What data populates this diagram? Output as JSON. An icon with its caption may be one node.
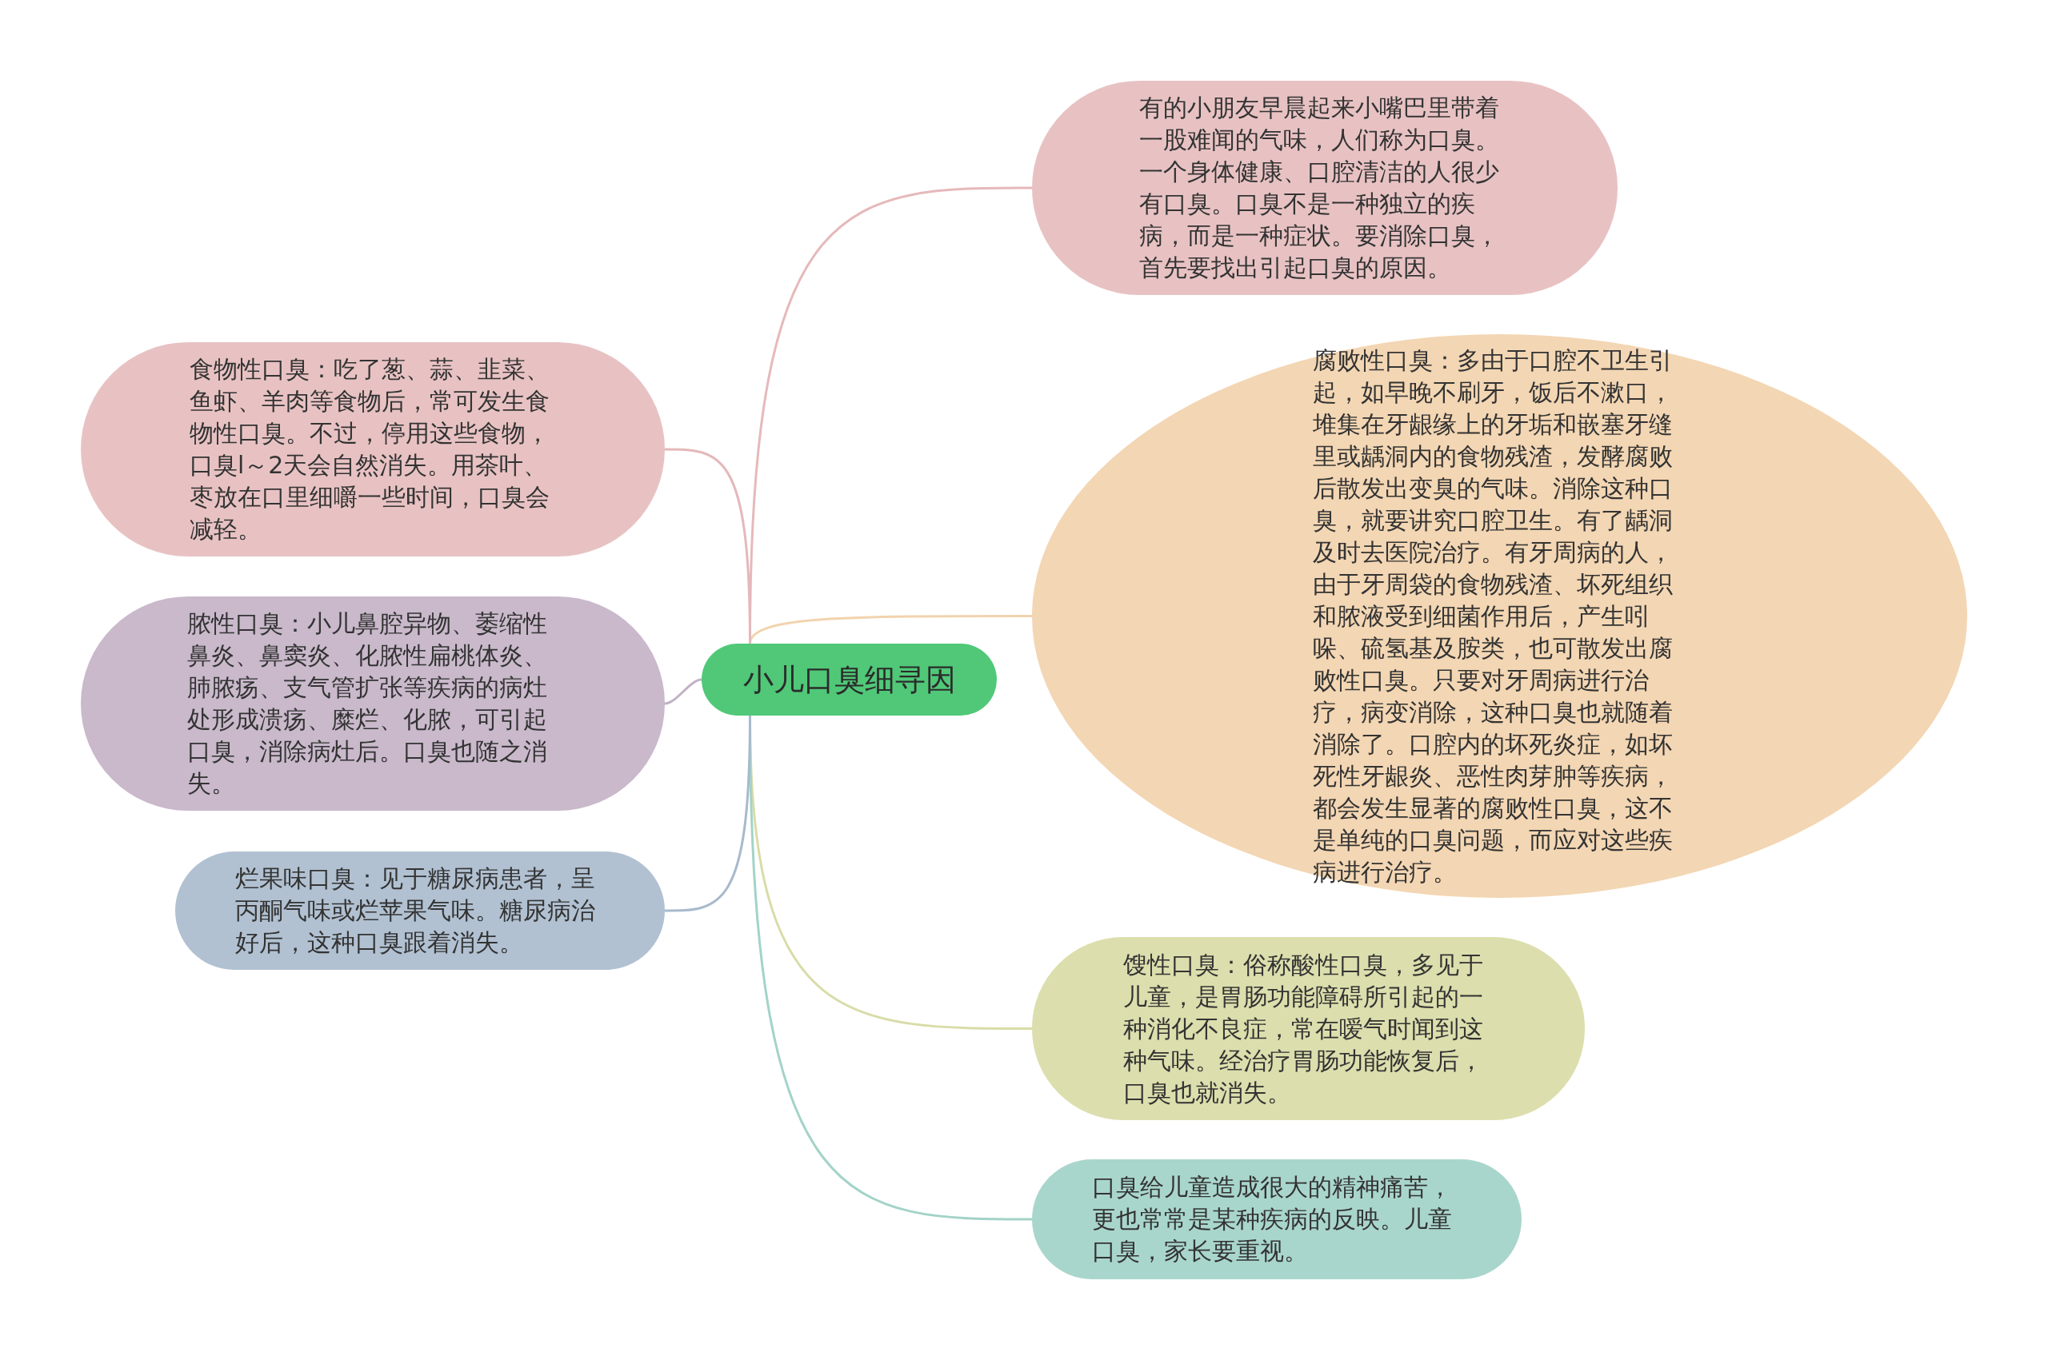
{
  "diagram": {
    "nodes": [
      {
        "text": [
          "小儿口臭细寻因"
        ]
      },
      {
        "text": [
          "有的小朋友早晨起来小嘴巴里带着一股难闻的气味，人们称为口臭。一个身体健康、口腔清洁的人很少有口臭。口臭不是一种独立的疾病，而是一种症状。要消除口臭，首先要找出引起口臭的原因。"
        ]
      },
      {
        "text": [
          "腐败性口臭：多由于口腔不卫生引起，如早晚不刷牙，饭后不漱口，堆集在牙龈缘上的牙垢和嵌塞牙缝里或龋洞内的食物残渣，发酵腐败后散发出变臭的气味。消除这种口臭，就要讲究口腔卫生。有了龋洞及时去医院治疗。有牙周病的人，由于牙周袋的食物残渣、坏死组织和脓液受到细菌作用后，产生吲哚、硫氢基及胺类，也可散发出腐败性口臭。只要对牙周病进行治疗，病变消除，这种口臭也就随着消除了。口腔内的坏死炎症，如坏死性牙龈炎、恶性肉芽肿等疾病，都会发生显著的腐败性口臭，这不是单纯的口臭问题，而应对这些疾病进行治疗。"
        ]
      },
      {
        "text": [
          "馊性口臭：俗称酸性口臭，多见于儿童，是胃肠功能障碍所引起的一种消化不良症，常在嗳气时闻到这种气味。经治疗胃肠功能恢复后，口臭也就消失。"
        ]
      },
      {
        "text": [
          "口臭给儿童造成很大的精神痛苦，更也常常是某种疾病的反映。儿童口臭，家长要重视。"
        ]
      },
      {
        "text": [
          "食物性口臭：吃了葱、蒜、韭菜、鱼虾、羊肉等食物后，常可发生食物性口臭。不过，停用这些食物，口臭l～2天会自然消失。用茶叶、枣放在口里细嚼一些时间，口臭会减轻。"
        ]
      },
      {
        "text": [
          "脓性口臭：小儿鼻腔异物、萎缩性鼻炎、鼻窦炎、化脓性扁桃体炎、肺脓疡、支气管扩张等疾病的病灶处形成溃疡、糜烂、化脓，可引起口臭，消除病灶后。口臭也随之消失。"
        ]
      },
      {
        "text": [
          "烂果味口臭：见于糖尿病患者，呈丙酮气味或烂苹果气味。糖尿病治好后，这种口臭跟着消失。"
        ]
      }
    ],
    "edges": [
      {
        "from": 0,
        "to": 1,
        "arrow": "none",
        "color": "#e6b9ba"
      },
      {
        "from": 0,
        "to": 2,
        "arrow": "none",
        "color": "#f2d3ae"
      },
      {
        "from": 0,
        "to": 3,
        "arrow": "none",
        "color": "#d9dca8"
      },
      {
        "from": 0,
        "to": 4,
        "arrow": "none",
        "color": "#a3d3c8"
      },
      {
        "from": 0,
        "to": 5,
        "arrow": "none",
        "color": "#e5b8ba"
      },
      {
        "from": 0,
        "to": 6,
        "arrow": "none",
        "color": "#c2b2c6"
      },
      {
        "from": 0,
        "to": 7,
        "arrow": "none",
        "color": "#a8b9cc"
      }
    ]
  }
}
